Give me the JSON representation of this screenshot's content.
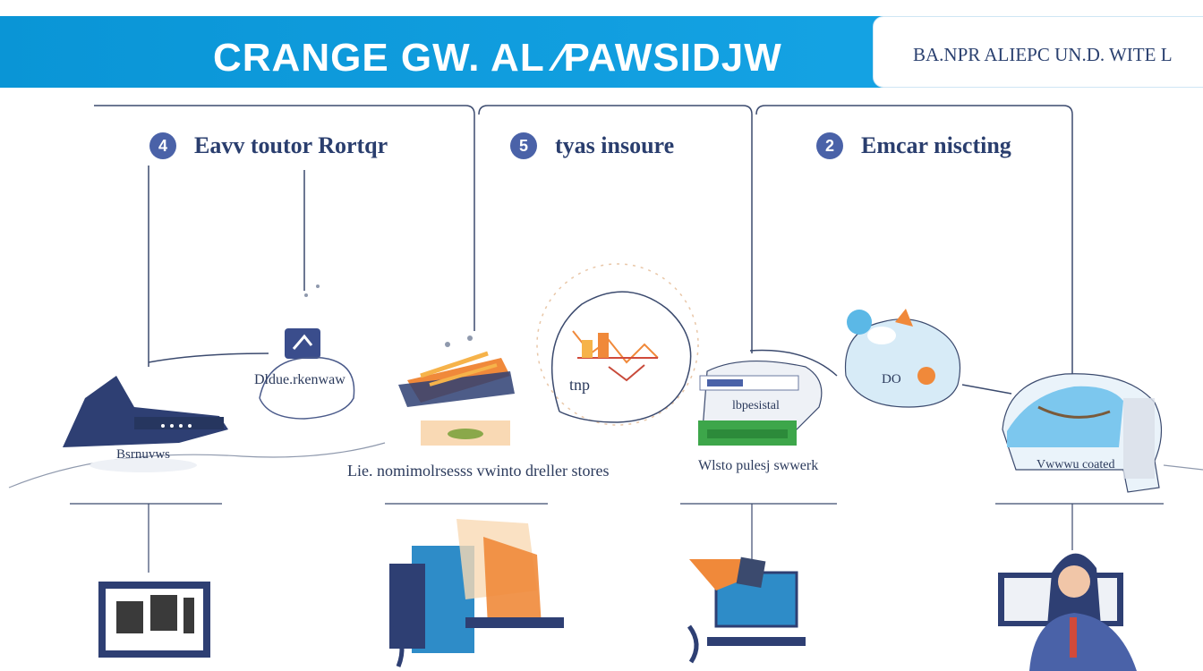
{
  "header": {
    "title": "CRANGE GW. AL ⁄PAWSIDJW",
    "right_text": "BA.NPR ALIEPC   UN.D. WITE L"
  },
  "columns": [
    {
      "number": "4",
      "title": "Eavv toutor Rortqr",
      "caption": "Dldue.rkenwaw"
    },
    {
      "number": "5",
      "title": "tyas insoure",
      "caption": "tnp"
    },
    {
      "number": "2",
      "title": "Emcar niscting",
      "caption": "Wlsto pulesj swwerk"
    }
  ],
  "captions": {
    "ship": "Bsrnuvws",
    "middle": "Lie. nomimolrsesss vwinto dreller stores",
    "card": "lbpesistal",
    "do": "DO",
    "globe": "Vwwwu coated"
  },
  "colors": {
    "banner": "#0a95d6",
    "navy": "#2a3e6e",
    "badge": "#4a62a8",
    "orange": "#f0893a",
    "sky": "#5bb8e6",
    "green": "#3da64a"
  }
}
